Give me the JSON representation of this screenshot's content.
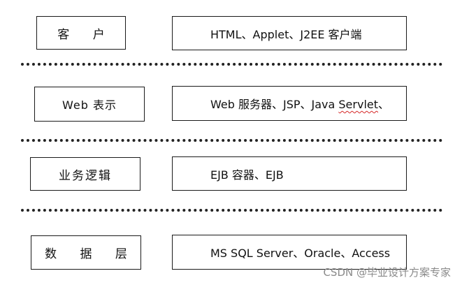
{
  "layers": [
    {
      "name": "客 户",
      "tech": "HTML、Applet、J2EE 客户端"
    },
    {
      "name": "Web 表示",
      "tech_parts": [
        "Web 服务器、JSP、Java ",
        "Servlet",
        "、"
      ]
    },
    {
      "name": "业务逻辑",
      "tech": "EJB 容器、EJB"
    },
    {
      "name": "数 据 层",
      "tech": "MS SQL Server、Oracle、Access"
    }
  ],
  "watermark": "CSDN @毕业设计方案专家"
}
